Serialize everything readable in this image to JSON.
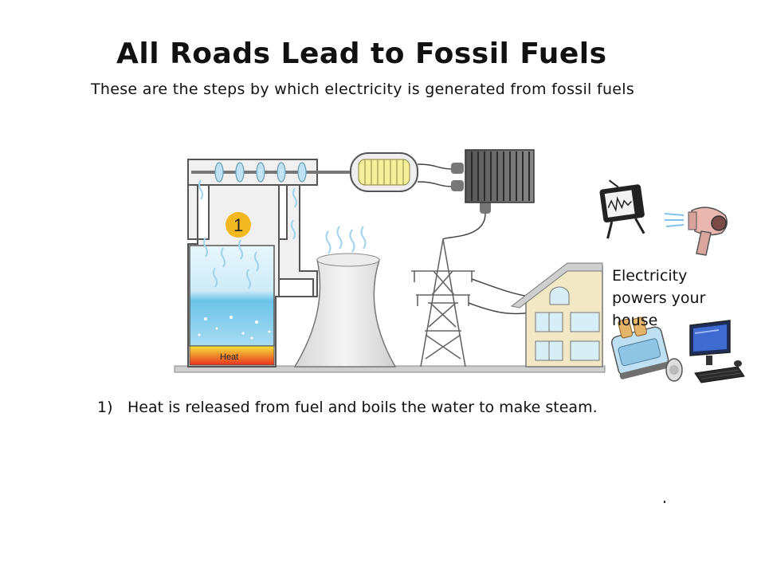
{
  "title": "All Roads Lead to Fossil Fuels",
  "subtitle": "These are the steps by which electricity is generated from fossil fuels",
  "diagram": {
    "badge_number": "1",
    "heat_label": "Heat"
  },
  "note": {
    "lines": [
      "Electricity",
      "powers your",
      "house"
    ]
  },
  "steps": [
    {
      "number": "1)",
      "text": "Heat is released from fuel and boils the water to make steam."
    }
  ],
  "colors": {
    "pipe_fill": "#f0f0f0",
    "pipe_stroke": "#555555",
    "water": "#9fd6ef",
    "badge": "#f3b820",
    "heat_top": "#f6e23a",
    "heat_bottom": "#e8321e"
  }
}
